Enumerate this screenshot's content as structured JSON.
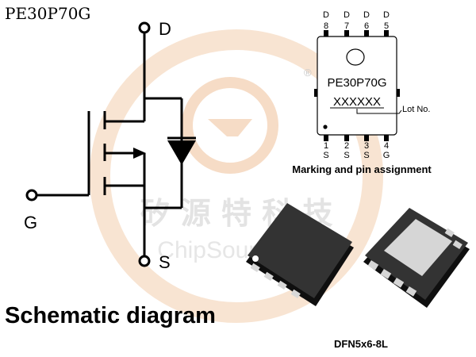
{
  "header": {
    "part_number": "PE30P70G"
  },
  "schematic": {
    "title": "Schematic diagram",
    "terminals": {
      "drain": "D",
      "gate": "G",
      "source": "S"
    }
  },
  "marking": {
    "part_number": "PE30P70G",
    "lot_code": "XXXXXX",
    "lot_label": "Lot No.",
    "registered_mark": "®",
    "caption": "Marking and pin assignment",
    "top_pins": [
      {
        "name": "D",
        "number": "8"
      },
      {
        "name": "D",
        "number": "7"
      },
      {
        "name": "D",
        "number": "6"
      },
      {
        "name": "D",
        "number": "5"
      }
    ],
    "bottom_pins": [
      {
        "number": "1",
        "name": "S"
      },
      {
        "number": "2",
        "name": "S"
      },
      {
        "number": "3",
        "name": "S"
      },
      {
        "number": "4",
        "name": "G"
      }
    ]
  },
  "package": {
    "caption": "DFN5x6-8L"
  },
  "watermark": {
    "chinese": "矽 源 特 科 技",
    "english": "ChipSourceTek"
  },
  "colors": {
    "line": "#000000",
    "watermark_ring": "#f6dcc6",
    "watermark_text": "#e6e6e6",
    "chip_body": "#2b2b2b",
    "chip_pad": "#d6d6d6"
  }
}
